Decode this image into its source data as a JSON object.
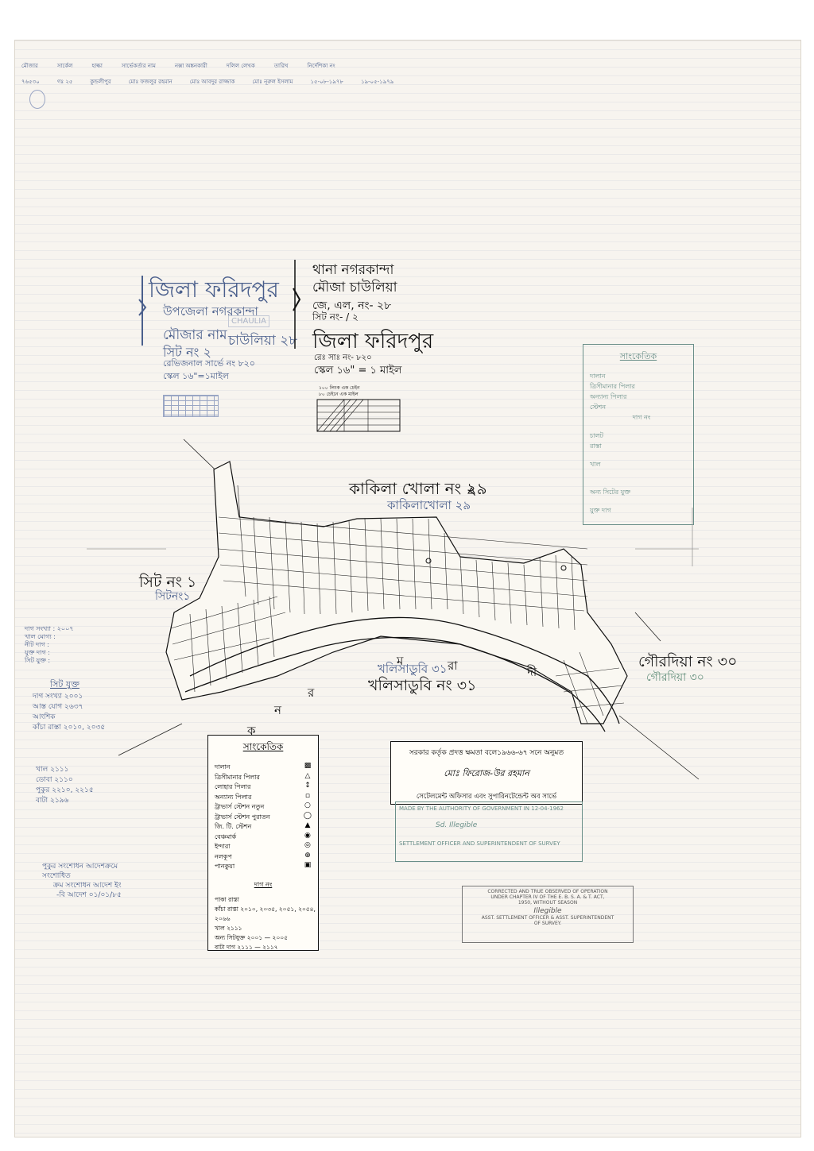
{
  "header_row": {
    "labels": [
      "মৌজার",
      "সার্কেল",
      "হাল্কা",
      "সার্ভেকর্তার নাম",
      "নক্সা অঙ্কনকারী",
      "দলিল লেখক",
      "তারিখ",
      "নির্দেশিকা নং"
    ],
    "values": [
      "৭৬৫৩০",
      "গঃ ২৫",
      "কুন্ডলীপুর",
      "মোঃ ফজলুর রহমান",
      "মোঃ আবদুর রাজ্জাক",
      "মোঃ নূরুল ইসলাম",
      "১৫-০৮-১৯৭৮",
      "১৯-০৫-১৯৭৯"
    ]
  },
  "left_panel": {
    "district": "জিলা ফরিদপুর",
    "upazila": "উপজেলা নগরকান্দা",
    "mouza_label": "মৌজার নাম",
    "mouza_en": "CHAULIA",
    "mouza_value": "চাউলিয়া ২৮",
    "sheet": "সিট নং ২",
    "revision": "রেভিজনাল সার্ভে নং ৮২০",
    "scale": "স্কেল ১৬\"=১মাইল"
  },
  "title_block": {
    "thana": "থানা  নগরকান্দা",
    "mouza": "মৌজা  চাউলিয়া",
    "jl": "জে, এল, নং- ২৮",
    "sheet": "সিট নং- / ২",
    "district": "জিলা ফরিদপুর",
    "rs": "রেঃ সাঃ নং- ৮২০",
    "scale": "স্কেল ১৬\" = ১ মাইল",
    "scale_note_1": "১০০ লিংক এক চেইন",
    "scale_note_2": "৮০ চেইনে এক মাইল"
  },
  "boundaries": {
    "north": "কাকিলা খোলা নং ২৯",
    "north_stamp": "কাকিলাখোলা ২৯",
    "west": "সিট নং ১",
    "west_stamp": "সিটনং১",
    "east": "গৌরদিয়া নং ৩০",
    "east_stamp": "গৌরদিয়া ৩০",
    "south": "খলিসাডুবি নং ৩১",
    "south_stamp": "খলিসাডুবি ৩১"
  },
  "river_letters": [
    "ম",
    "রা",
    "র",
    "দী",
    "ন",
    "ক"
  ],
  "legend": {
    "title": "সাংকেতিক",
    "items": [
      "দালান",
      "ত্রিসীমানার পিলার",
      "লোহার পিলার",
      "অন্যান্য পিলার",
      "ট্রাভার্স স্টেশন নতুন",
      "ট্রাভার্স স্টেশন পুরাতন",
      "জি. টি. স্টেশন",
      "বেঞ্চমার্ক",
      "ইন্দারা",
      "নলকূপ",
      "পানকুয়া"
    ],
    "section": "দাগ নং",
    "rows": [
      "পাকা রাস্তা",
      "কাঁচা রাস্তা  ২০১০, ২০৩৫, ২০৫১, ২০৫৪, ২০৬৬",
      "খাল  ২১১১",
      "অন্য সিটযুক্ত  ২০০১ — ২০০৫",
      "বাটা দাগ  ২১১১ — ২১১৭"
    ]
  },
  "right_legend": {
    "title": "সাংকেতিক",
    "items": [
      "দালান",
      "ত্রিসীমানার পিলার",
      "অন্যান্য পিলার",
      "স্টেশন",
      "দাগ নং",
      "চালট",
      "রাস্তা",
      "খাল",
      "অন্য সিটের যুক্ত",
      "যুক্ত দাগ"
    ]
  },
  "certificate": {
    "line1": "সরকার কর্তৃক প্রদত্ত ক্ষমতা বলে১৯৬৬-৬৭ সনে অনুমত",
    "signature": "মোঃ ফিরোজ-উর রহমান",
    "line2": "সেটেলমেন্ট অফিসার এবং সুপারিনটেন্ডেন্ট অব সার্ভে"
  },
  "stamp_authority": {
    "line1": "MADE BY THE AUTHORITY OF GOVERNMENT IN 12-04-1962",
    "signature": "Sd. Illegible",
    "line2": "SETTLEMENT OFFICER AND SUPERINTENDENT OF SURVEY"
  },
  "stamp_corrected": {
    "line1": "CORRECTED AND TRUE OBSERVED OF OPERATION",
    "line2": "UNDER CHAPTER IV OF THE E. B. S. A. & T. ACT,",
    "line3": "1950, WITHOUT SEASON",
    "signature": "Illegible",
    "line4": "ASST. SETTLEMENT OFFICER & ASST. SUPERINTENDENT",
    "line5": "OF SURVEY."
  },
  "margin_notes": {
    "note_1": "দাগ সংখ্যা : ২০০৭",
    "note_2": "খাল মোগ্য :",
    "note_3": "নীট দাগ :",
    "note_4": "যুক্ত দাগ :",
    "note_5": "সিট যুক্ত :",
    "sheet_join": "সিট যুক্ত",
    "bullets": [
      "দাগ সংখ্যা ২০০১",
      "আস্ত যোগ ২৬৩৭",
      "আংশিক",
      "কাঁচা রাস্তা ২০১০, ২০৩৫",
      "খাল ২১১১",
      "ডোবা ২১১০",
      "পুকুর ২২১০, ২২১৫",
      "বাটা ২১৯৬"
    ],
    "footnote_1": "পুকুর সংশোধন আদেশক্রমে",
    "footnote_2": "সংশোধিত",
    "footnote_3": "ক্রম সংশোধন আদেশ ইং",
    "footnote_4": "-বি আদেশ ০১/০১/৮৫"
  }
}
